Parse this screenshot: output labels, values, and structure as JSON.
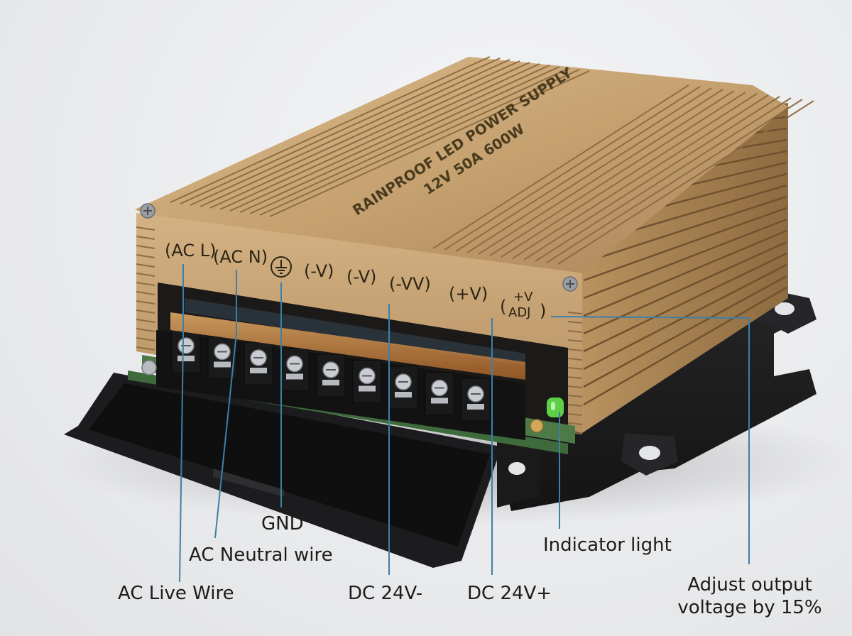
{
  "product": {
    "engraving_line1": "RAINPROOF LED POWER SUPPLY",
    "engraving_line2": "12V 50A 600W"
  },
  "terminal_labels": [
    "(AC L)",
    "(AC N)",
    "(-V)",
    "(-V)",
    "(-VV)",
    "(+V)"
  ],
  "adj_label": {
    "top": "+V",
    "bottom": "ADJ"
  },
  "ground_icon": "ground-symbol-icon",
  "callouts": {
    "gnd": "GND",
    "ac_neutral": "AC Neutral wire",
    "ac_live": "AC Live Wire",
    "dc_minus": "DC 24V-",
    "dc_plus": "DC 24V+",
    "indicator": "Indicator light",
    "adjust_line1": "Adjust output",
    "adjust_line2": "voltage by 15%"
  },
  "colors": {
    "housing_gold": "#c8a574",
    "base_black": "#1d1d1f",
    "leader_line": "#3e7fa8",
    "led_green": "#5fcf4a"
  }
}
